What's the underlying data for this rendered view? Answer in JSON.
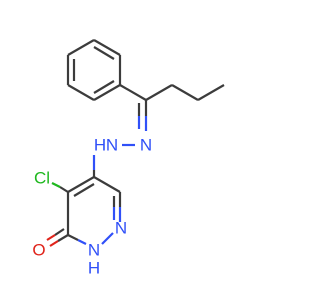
{
  "molecule": {
    "atoms": {
      "n_hydrazine_1": "N",
      "h_hydrazine": "H",
      "n_hydrazine_2": "N",
      "cl": "Cl",
      "n_ring_1": "N",
      "n_ring_2": "N",
      "h_ring": "H",
      "o": "O"
    },
    "colors": {
      "bond": "#3c3c3c",
      "nitrogen": "#3050f8",
      "chlorine": "#1fb81f",
      "oxygen": "#e0241b",
      "background": "#ffffff"
    }
  }
}
